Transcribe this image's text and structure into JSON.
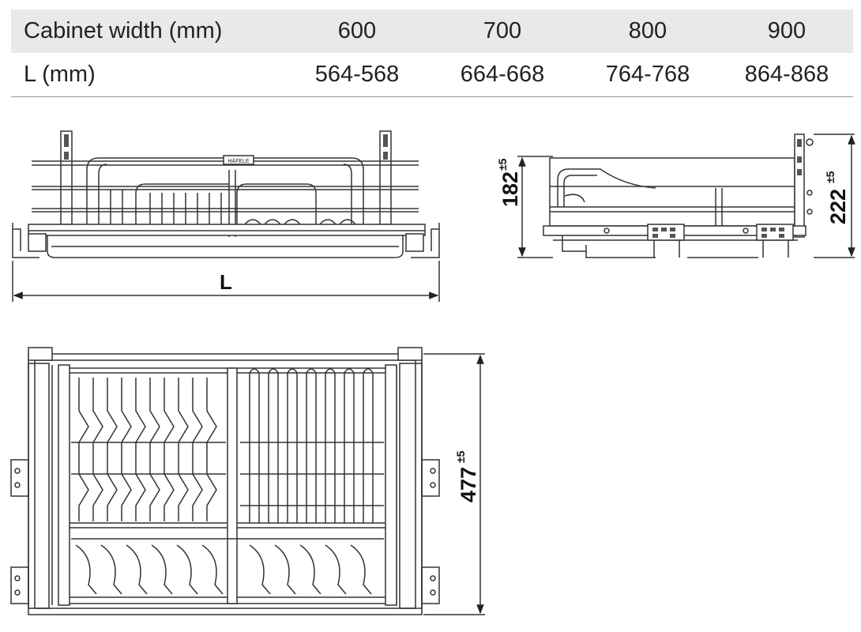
{
  "spec_table": {
    "header_label": "Cabinet width (mm)",
    "widths": [
      "600",
      "700",
      "800",
      "900"
    ],
    "row_label": "L (mm)",
    "lengths": [
      "564-568",
      "664-668",
      "764-768",
      "864-868"
    ]
  },
  "dimensions": {
    "front_length_label": "L",
    "side_height_basket": "182",
    "side_height_basket_tol": "±5",
    "side_height_total": "222",
    "side_height_total_tol": "±5",
    "top_depth": "477",
    "top_depth_tol": "±5",
    "brand_plate": "HÄFELE"
  },
  "colors": {
    "line": "#333333",
    "table_header_bg": "#e9e9eb"
  }
}
